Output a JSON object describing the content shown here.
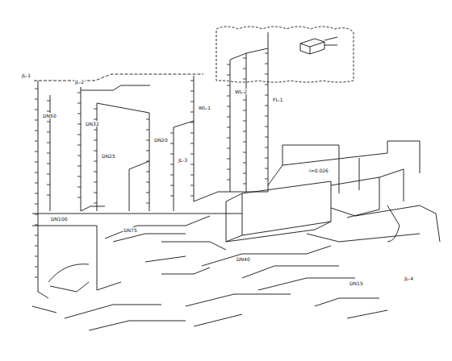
{
  "diagram": {
    "labels": [
      "DN50",
      "DN32",
      "DN25",
      "DN20",
      "JL-1",
      "JL-2",
      "JL-3",
      "WL-1",
      "WL-2",
      "FL-1",
      "DN100",
      "DN75",
      "i=0.026",
      "DN40",
      "DN15",
      "JL-4"
    ]
  }
}
